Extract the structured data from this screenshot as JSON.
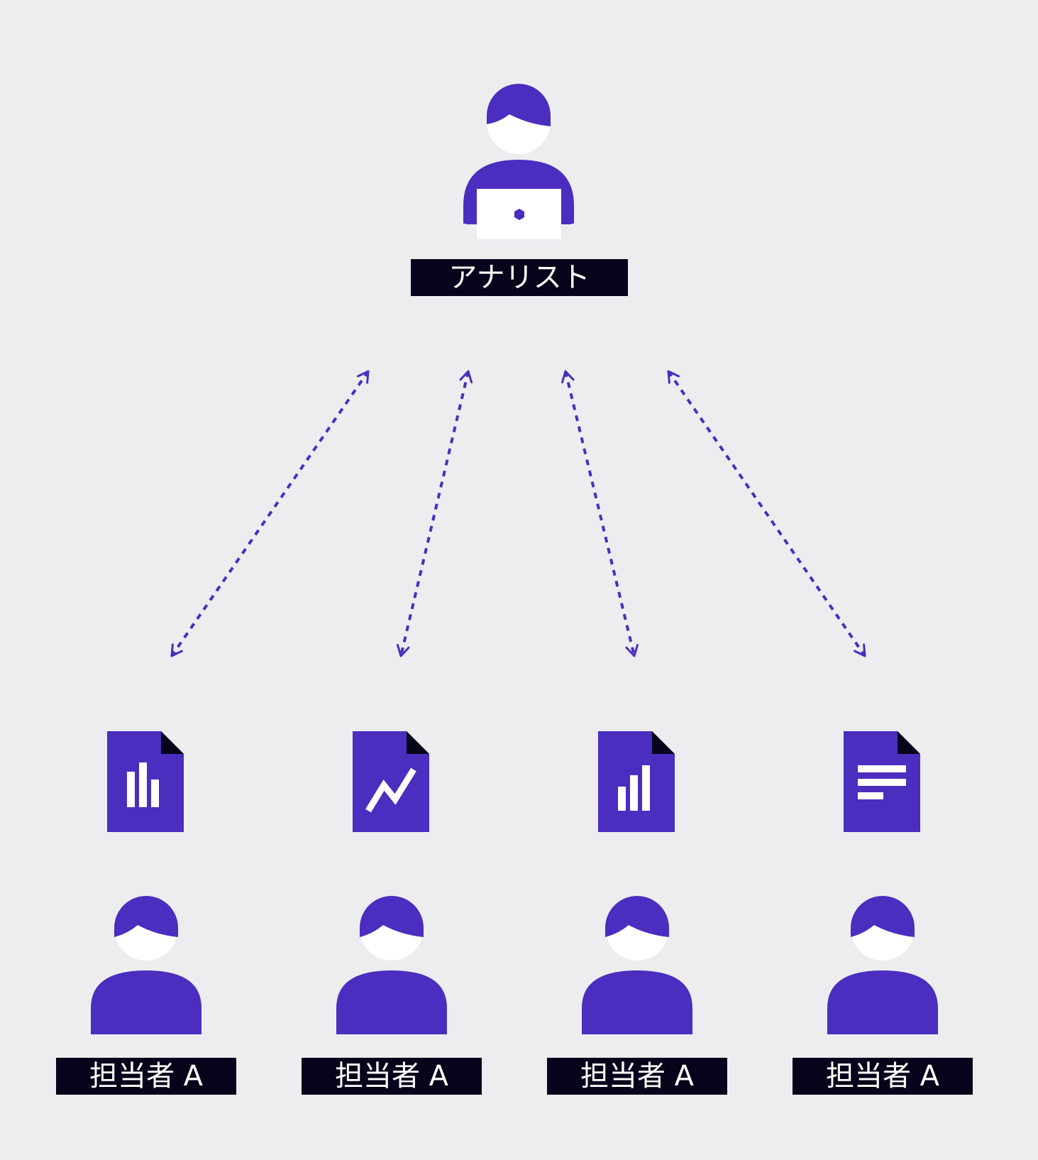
{
  "colors": {
    "background": "#ededf0",
    "accent": "#4b2dbf",
    "label_bg": "#06041a",
    "label_text": "#ffffff",
    "fold": "#06041a"
  },
  "analyst": {
    "label": "アナリスト",
    "icon": "person-with-laptop-icon"
  },
  "links": [
    {
      "from": "analyst",
      "to": "assignee-1",
      "style": "dashed",
      "arrows": "both"
    },
    {
      "from": "analyst",
      "to": "assignee-2",
      "style": "dashed",
      "arrows": "both"
    },
    {
      "from": "analyst",
      "to": "assignee-3",
      "style": "dashed",
      "arrows": "both"
    },
    {
      "from": "analyst",
      "to": "assignee-4",
      "style": "dashed",
      "arrows": "both"
    }
  ],
  "assignees": [
    {
      "label": "担当者 A",
      "doc_icon": "bar-chart-document-icon"
    },
    {
      "label": "担当者 A",
      "doc_icon": "line-chart-document-icon"
    },
    {
      "label": "担当者 A",
      "doc_icon": "bar-chart-document-icon"
    },
    {
      "label": "担当者 A",
      "doc_icon": "text-document-icon"
    }
  ]
}
